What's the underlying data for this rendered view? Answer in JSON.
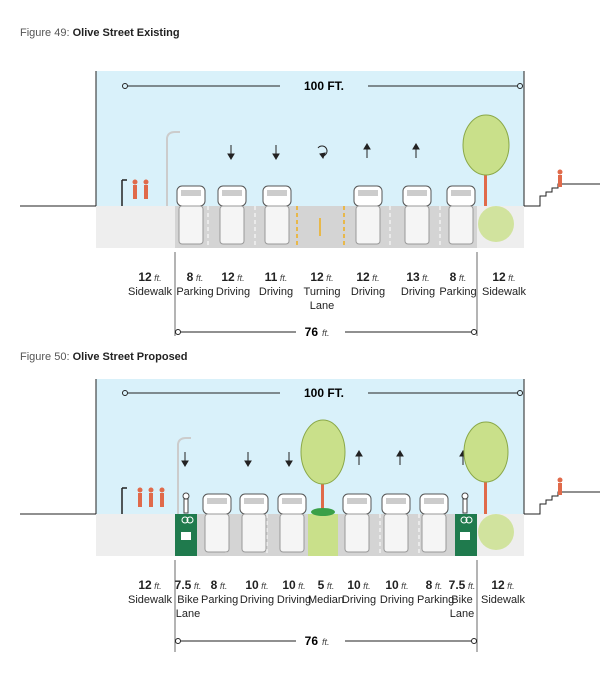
{
  "figure49": {
    "prefix": "Figure 49: ",
    "title": "Olive Street Existing",
    "total_width": "100 FT.",
    "roadway_width": "76",
    "unit": "ft.",
    "segments": [
      {
        "value": "12",
        "name": "Sidewalk"
      },
      {
        "value": "8",
        "name": "Parking"
      },
      {
        "value": "12",
        "name": "Driving"
      },
      {
        "value": "11",
        "name": "Driving"
      },
      {
        "value": "12",
        "name": "Turning Lane"
      },
      {
        "value": "12",
        "name": "Driving"
      },
      {
        "value": "13",
        "name": "Driving"
      },
      {
        "value": "8",
        "name": "Parking"
      },
      {
        "value": "12",
        "name": "Sidewalk"
      }
    ]
  },
  "figure50": {
    "prefix": "Figure 50: ",
    "title": "Olive Street Proposed",
    "total_width": "100 FT.",
    "roadway_width": "76",
    "unit": "ft.",
    "segments": [
      {
        "value": "12",
        "name": "Sidewalk"
      },
      {
        "value": "7.5",
        "name": "Bike Lane"
      },
      {
        "value": "8",
        "name": "Parking"
      },
      {
        "value": "10",
        "name": "Driving"
      },
      {
        "value": "10",
        "name": "Driving"
      },
      {
        "value": "5",
        "name": "Median"
      },
      {
        "value": "10",
        "name": "Driving"
      },
      {
        "value": "10",
        "name": "Driving"
      },
      {
        "value": "8",
        "name": "Parking"
      },
      {
        "value": "7.5",
        "name": "Bike Lane"
      },
      {
        "value": "12",
        "name": "Sidewalk"
      }
    ]
  },
  "colors": {
    "sky": "#d9f1fa",
    "road": "#d4d4d4",
    "bike_lane": "#1f7a4d",
    "tree": "#c9e08a",
    "trunk": "#e06a4a",
    "people": "#e06a4a",
    "lane_line": "#e8b84a"
  }
}
